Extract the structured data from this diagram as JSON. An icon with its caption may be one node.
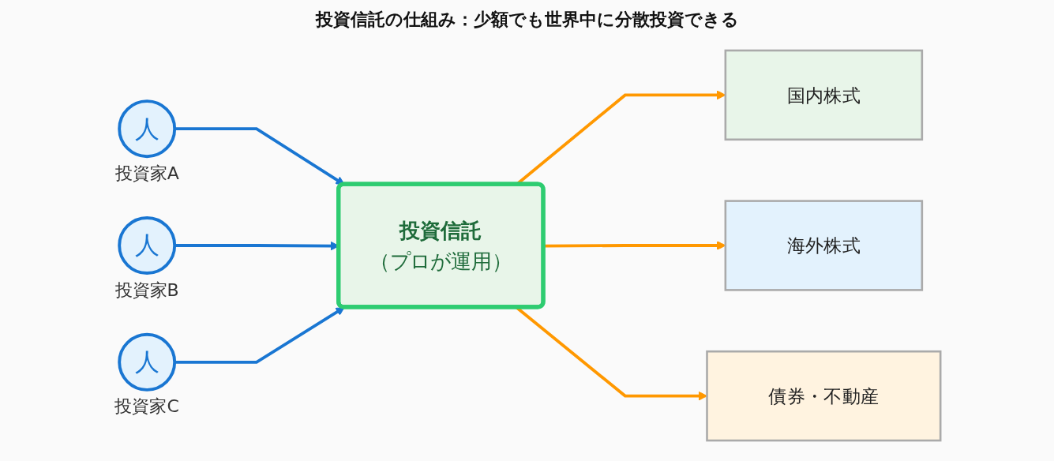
{
  "diagram": {
    "title": "投資信託の仕組み：少額でも世界中に分散投資できる",
    "nodes": [
      {
        "text": [
          "人"
        ],
        "beside": [
          "投資家A"
        ]
      },
      {
        "text": [
          "人"
        ],
        "beside": [
          "投資家B"
        ]
      },
      {
        "text": [
          "人"
        ],
        "beside": [
          "投資家C"
        ]
      },
      {
        "text": [
          "投資信託",
          "（プロが運用）"
        ]
      },
      {
        "text": [
          "国内株式"
        ]
      },
      {
        "text": [
          "海外株式"
        ]
      },
      {
        "text": [
          "債券・不動産"
        ]
      }
    ],
    "edges": [
      {
        "from": 0,
        "to": 3,
        "arrow": "to",
        "color": "#1976d2"
      },
      {
        "from": 1,
        "to": 3,
        "arrow": "to",
        "color": "#1976d2"
      },
      {
        "from": 2,
        "to": 3,
        "arrow": "to",
        "color": "#1976d2"
      },
      {
        "from": 3,
        "to": 4,
        "arrow": "to",
        "color": "#ff9800"
      },
      {
        "from": 3,
        "to": 5,
        "arrow": "to",
        "color": "#ff9800"
      },
      {
        "from": 3,
        "to": 6,
        "arrow": "to",
        "color": "#ff9800"
      }
    ]
  }
}
